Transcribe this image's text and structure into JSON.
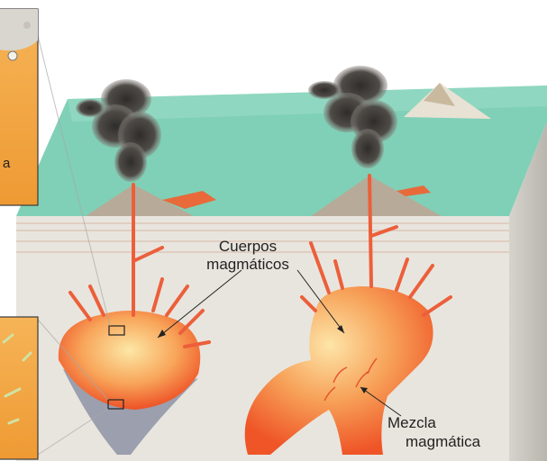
{
  "labels": {
    "cuerpos_line1": "Cuerpos",
    "cuerpos_line2": "magmáticos",
    "mezcla_line1": "Mezcla",
    "mezcla_line2": "magmática",
    "inset_fragment": "a"
  },
  "colors": {
    "sea": "#7fd0b6",
    "crust": "#e9e6df",
    "magma_outer": "#f05a28",
    "magma_inner": "#fbd68a",
    "plume": "#4a4744",
    "inset_fill": "#f2a23c",
    "root_shadow": "#8d93a6"
  },
  "icons": [
    "volcano-cone-icon",
    "smoke-plume-icon",
    "sample-marker-icon"
  ]
}
